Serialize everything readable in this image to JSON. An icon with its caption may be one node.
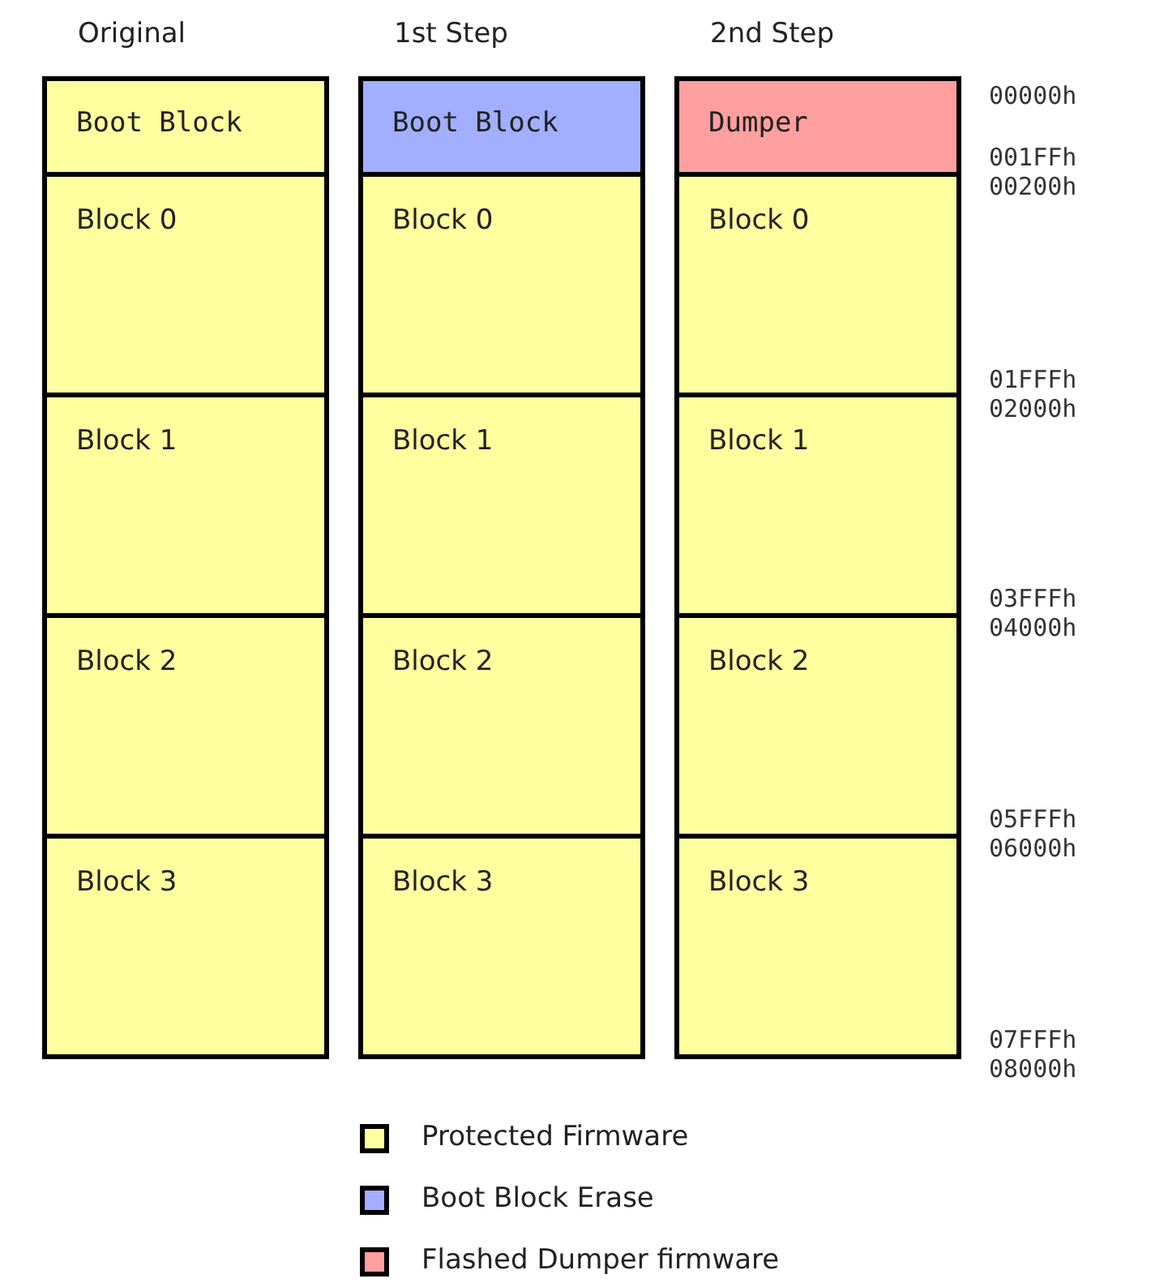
{
  "diagram": {
    "nodes": [
      {
        "text": [
          "Original"
        ]
      },
      {
        "text": [
          "Boot Block"
        ],
        "in": 0
      },
      {
        "text": [
          "Block 0"
        ],
        "in": 0
      },
      {
        "text": [
          "Block 1"
        ],
        "in": 0
      },
      {
        "text": [
          "Block 2"
        ],
        "in": 0
      },
      {
        "text": [
          "Block 3"
        ],
        "in": 0
      },
      {
        "text": [
          "1st Step"
        ]
      },
      {
        "text": [
          "Boot Block"
        ],
        "in": 6
      },
      {
        "text": [
          "Block 0"
        ],
        "in": 6
      },
      {
        "text": [
          "Block 1"
        ],
        "in": 6
      },
      {
        "text": [
          "Block 2"
        ],
        "in": 6
      },
      {
        "text": [
          "Block 3"
        ],
        "in": 6
      },
      {
        "text": [
          "2nd Step"
        ]
      },
      {
        "text": [
          "Dumper"
        ],
        "in": 12
      },
      {
        "text": [
          "Block 0"
        ],
        "in": 12
      },
      {
        "text": [
          "Block 1"
        ],
        "in": 12
      },
      {
        "text": [
          "Block 2"
        ],
        "in": 12
      },
      {
        "text": [
          "Block 3"
        ],
        "in": 12
      }
    ],
    "labels": [
      "00000h",
      "001FFh",
      "00200h",
      "01FFFh",
      "02000h",
      "03FFFh",
      "04000h",
      "05FFFh",
      "06000h",
      "07FFFh",
      "08000h"
    ],
    "legend": [
      {
        "text": "Protected Firmware",
        "color": "#ffff9f"
      },
      {
        "text": "Boot Block Erase",
        "color": "#a2aeff"
      },
      {
        "text": "Flashed Dumper firmware",
        "color": "#ff9f9f"
      }
    ]
  }
}
